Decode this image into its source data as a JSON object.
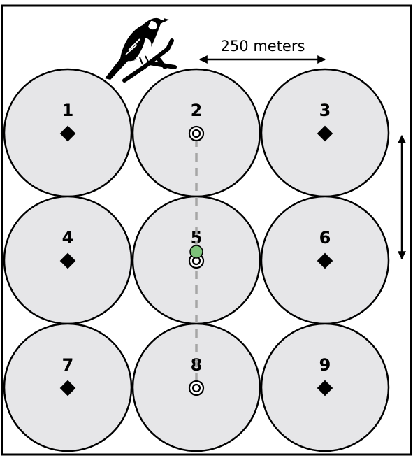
{
  "scale": {
    "label": "250 meters"
  },
  "plots": [
    {
      "number": "1",
      "marker": "diamond"
    },
    {
      "number": "2",
      "marker": "double-ring"
    },
    {
      "number": "3",
      "marker": "diamond"
    },
    {
      "number": "4",
      "marker": "diamond"
    },
    {
      "number": "5",
      "marker": "double-ring"
    },
    {
      "number": "6",
      "marker": "diamond"
    },
    {
      "number": "7",
      "marker": "diamond"
    },
    {
      "number": "8",
      "marker": "double-ring"
    },
    {
      "number": "9",
      "marker": "diamond"
    }
  ],
  "colors": {
    "plot_fill": "#e6e6e8",
    "outline": "#000000",
    "transect_line": "#a6a6a6",
    "center_point": "#7dc27a"
  },
  "icons": {
    "bird": "bird-on-branch-icon"
  }
}
